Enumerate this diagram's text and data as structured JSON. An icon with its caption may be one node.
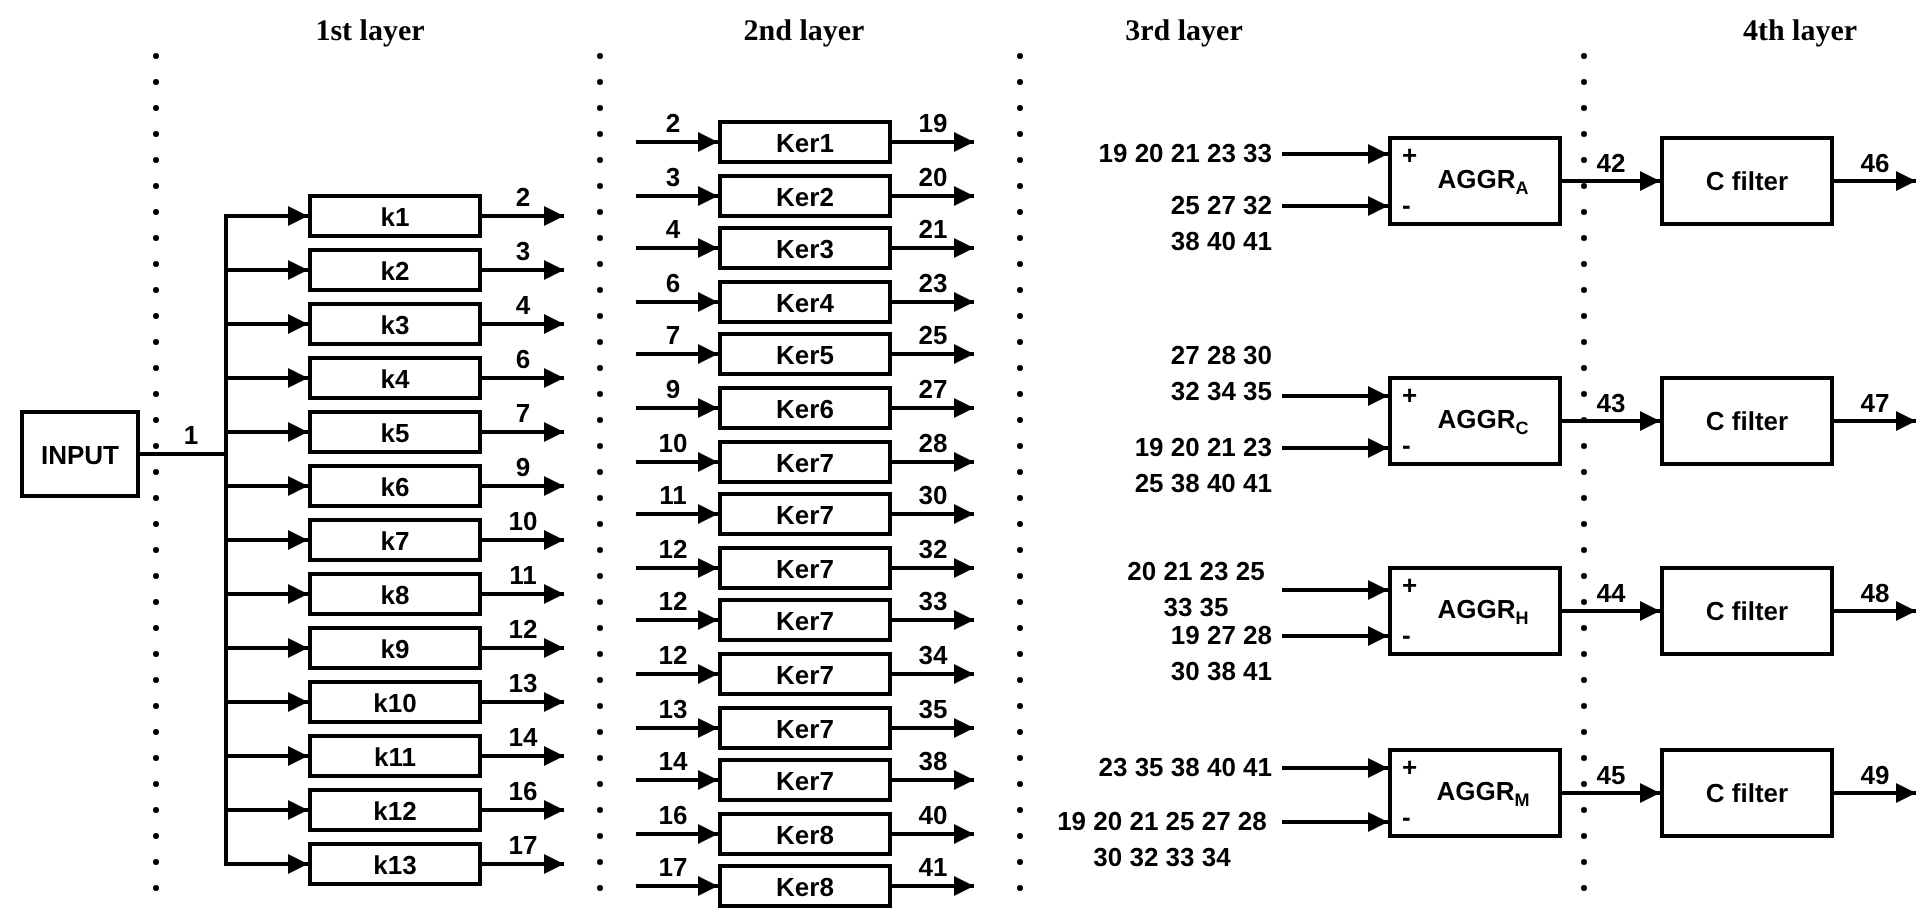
{
  "diagram": {
    "nodes": [
      {
        "text": [
          "INPUT"
        ]
      },
      {
        "text": [
          "k1"
        ]
      },
      {
        "text": [
          "k2"
        ]
      },
      {
        "text": [
          "k3"
        ]
      },
      {
        "text": [
          "k4"
        ]
      },
      {
        "text": [
          "k5"
        ]
      },
      {
        "text": [
          "k6"
        ]
      },
      {
        "text": [
          "k7"
        ]
      },
      {
        "text": [
          "k8"
        ]
      },
      {
        "text": [
          "k9"
        ]
      },
      {
        "text": [
          "k10"
        ]
      },
      {
        "text": [
          "k11"
        ]
      },
      {
        "text": [
          "k12"
        ]
      },
      {
        "text": [
          "k13"
        ]
      },
      {
        "text": [
          "Ker1"
        ]
      },
      {
        "text": [
          "Ker2"
        ]
      },
      {
        "text": [
          "Ker3"
        ]
      },
      {
        "text": [
          "Ker4"
        ]
      },
      {
        "text": [
          "Ker5"
        ]
      },
      {
        "text": [
          "Ker6"
        ]
      },
      {
        "text": [
          "Ker7"
        ]
      },
      {
        "text": [
          "Ker7"
        ]
      },
      {
        "text": [
          "Ker7"
        ]
      },
      {
        "text": [
          "Ker7"
        ]
      },
      {
        "text": [
          "Ker7"
        ]
      },
      {
        "text": [
          "Ker7"
        ]
      },
      {
        "text": [
          "Ker7"
        ]
      },
      {
        "text": [
          "Ker8"
        ]
      },
      {
        "text": [
          "Ker8"
        ]
      },
      {
        "text": [
          "19 20 21 23 33"
        ]
      },
      {
        "text": [
          "25 27 32 38 40 41"
        ]
      },
      {
        "text": [
          "27 28 30 32 34 35"
        ]
      },
      {
        "text": [
          "19 20 21 23 25 38 40 41"
        ]
      },
      {
        "text": [
          "20 21 23 25 33 35"
        ]
      },
      {
        "text": [
          "19 27 28 30 38 41"
        ]
      },
      {
        "text": [
          "23 35 38 40 41"
        ]
      },
      {
        "text": [
          "19 20 21 25 27 28 30 32 33 34"
        ]
      },
      {
        "text": [
          "+",
          "AGGR$_{A}$",
          "-"
        ]
      },
      {
        "text": [
          "+",
          "AGGR$_{C}$",
          "-"
        ]
      },
      {
        "text": [
          "+",
          "AGGR$_{H}$",
          "-"
        ]
      },
      {
        "text": [
          "+",
          "AGGR$_{M}$",
          "-"
        ]
      },
      {
        "text": [
          "C filter"
        ]
      },
      {
        "text": [
          "C filter"
        ]
      },
      {
        "text": [
          "C filter"
        ]
      },
      {
        "text": [
          "C filter"
        ]
      }
    ],
    "edges": [
      {
        "from": 0,
        "to": 1,
        "arrow": "to",
        "label": "1"
      },
      {
        "from": 0,
        "to": 2,
        "arrow": "to"
      },
      {
        "from": 0,
        "to": 3,
        "arrow": "to"
      },
      {
        "from": 0,
        "to": 4,
        "arrow": "to"
      },
      {
        "from": 0,
        "to": 5,
        "arrow": "to"
      },
      {
        "from": 0,
        "to": 6,
        "arrow": "to"
      },
      {
        "from": 0,
        "to": 7,
        "arrow": "to"
      },
      {
        "from": 0,
        "to": 8,
        "arrow": "to"
      },
      {
        "from": 0,
        "to": 9,
        "arrow": "to"
      },
      {
        "from": 0,
        "to": 10,
        "arrow": "to"
      },
      {
        "from": 0,
        "to": 11,
        "arrow": "to"
      },
      {
        "from": 0,
        "to": 12,
        "arrow": "to"
      },
      {
        "from": 0,
        "to": 13,
        "arrow": "to"
      },
      {
        "from": 1,
        "to": null,
        "arrow": "to",
        "label": "2"
      },
      {
        "from": 2,
        "to": null,
        "arrow": "to",
        "label": "3"
      },
      {
        "from": 3,
        "to": null,
        "arrow": "to",
        "label": "4"
      },
      {
        "from": 4,
        "to": null,
        "arrow": "to",
        "label": "6"
      },
      {
        "from": 5,
        "to": null,
        "arrow": "to",
        "label": "7"
      },
      {
        "from": 6,
        "to": null,
        "arrow": "to",
        "label": "9"
      },
      {
        "from": 7,
        "to": null,
        "arrow": "to",
        "label": "10"
      },
      {
        "from": 8,
        "to": null,
        "arrow": "to",
        "label": "11"
      },
      {
        "from": 9,
        "to": null,
        "arrow": "to",
        "label": "12"
      },
      {
        "from": 10,
        "to": null,
        "arrow": "to",
        "label": "13"
      },
      {
        "from": 11,
        "to": null,
        "arrow": "to",
        "label": "14"
      },
      {
        "from": 12,
        "to": null,
        "arrow": "to",
        "label": "16"
      },
      {
        "from": 13,
        "to": null,
        "arrow": "to",
        "label": "17"
      },
      {
        "from": null,
        "to": 14,
        "arrow": "to",
        "label": "2"
      },
      {
        "from": null,
        "to": 15,
        "arrow": "to",
        "label": "3"
      },
      {
        "from": null,
        "to": 16,
        "arrow": "to",
        "label": "4"
      },
      {
        "from": null,
        "to": 17,
        "arrow": "to",
        "label": "6"
      },
      {
        "from": null,
        "to": 18,
        "arrow": "to",
        "label": "7"
      },
      {
        "from": null,
        "to": 19,
        "arrow": "to",
        "label": "9"
      },
      {
        "from": null,
        "to": 20,
        "arrow": "to",
        "label": "10"
      },
      {
        "from": null,
        "to": 21,
        "arrow": "to",
        "label": "11"
      },
      {
        "from": null,
        "to": 22,
        "arrow": "to",
        "label": "12"
      },
      {
        "from": null,
        "to": 23,
        "arrow": "to",
        "label": "12"
      },
      {
        "from": null,
        "to": 24,
        "arrow": "to",
        "label": "12"
      },
      {
        "from": null,
        "to": 25,
        "arrow": "to",
        "label": "13"
      },
      {
        "from": null,
        "to": 26,
        "arrow": "to",
        "label": "14"
      },
      {
        "from": null,
        "to": 27,
        "arrow": "to",
        "label": "16"
      },
      {
        "from": null,
        "to": 28,
        "arrow": "to",
        "label": "17"
      },
      {
        "from": 14,
        "to": null,
        "arrow": "to",
        "label": "19"
      },
      {
        "from": 15,
        "to": null,
        "arrow": "to",
        "label": "20"
      },
      {
        "from": 16,
        "to": null,
        "arrow": "to",
        "label": "21"
      },
      {
        "from": 17,
        "to": null,
        "arrow": "to",
        "label": "23"
      },
      {
        "from": 18,
        "to": null,
        "arrow": "to",
        "label": "25"
      },
      {
        "from": 19,
        "to": null,
        "arrow": "to",
        "label": "27"
      },
      {
        "from": 20,
        "to": null,
        "arrow": "to",
        "label": "28"
      },
      {
        "from": 21,
        "to": null,
        "arrow": "to",
        "label": "30"
      },
      {
        "from": 22,
        "to": null,
        "arrow": "to",
        "label": "32"
      },
      {
        "from": 23,
        "to": null,
        "arrow": "to",
        "label": "33"
      },
      {
        "from": 24,
        "to": null,
        "arrow": "to",
        "label": "34"
      },
      {
        "from": 25,
        "to": null,
        "arrow": "to",
        "label": "35"
      },
      {
        "from": 26,
        "to": null,
        "arrow": "to",
        "label": "38"
      },
      {
        "from": 27,
        "to": null,
        "arrow": "to",
        "label": "40"
      },
      {
        "from": 28,
        "to": null,
        "arrow": "to",
        "label": "41"
      },
      {
        "from": 29,
        "to": 37,
        "arrow": "to"
      },
      {
        "from": 30,
        "to": 37,
        "arrow": "to"
      },
      {
        "from": 31,
        "to": 38,
        "arrow": "to"
      },
      {
        "from": 32,
        "to": 38,
        "arrow": "to"
      },
      {
        "from": 33,
        "to": 39,
        "arrow": "to"
      },
      {
        "from": 34,
        "to": 39,
        "arrow": "to"
      },
      {
        "from": 35,
        "to": 40,
        "arrow": "to"
      },
      {
        "from": 36,
        "to": 40,
        "arrow": "to"
      },
      {
        "from": 37,
        "to": 41,
        "arrow": "to",
        "label": "42"
      },
      {
        "from": 38,
        "to": 42,
        "arrow": "to",
        "label": "43"
      },
      {
        "from": 39,
        "to": 43,
        "arrow": "to",
        "label": "44"
      },
      {
        "from": 40,
        "to": 44,
        "arrow": "to",
        "label": "45"
      },
      {
        "from": 41,
        "to": null,
        "arrow": "to",
        "label": "46"
      },
      {
        "from": 42,
        "to": null,
        "arrow": "to",
        "label": "47"
      },
      {
        "from": 43,
        "to": null,
        "arrow": "to",
        "label": "48"
      },
      {
        "from": 44,
        "to": null,
        "arrow": "to",
        "label": "49"
      }
    ],
    "labels": [
      "1st layer",
      "2nd layer",
      "3rd layer",
      "4th layer"
    ]
  }
}
